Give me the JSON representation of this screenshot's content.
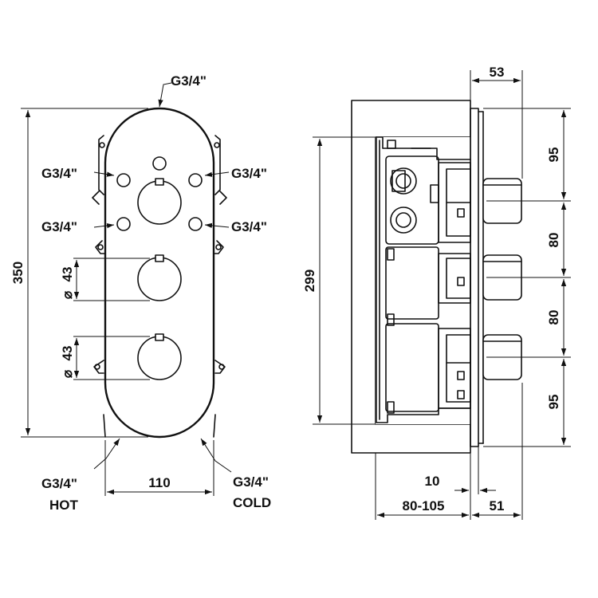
{
  "front_view": {
    "top_inlet": "G3/4\"",
    "upper_left_outlet": "G3/4\"",
    "upper_right_outlet": "G3/4\"",
    "lower_left_outlet": "G3/4\"",
    "lower_right_outlet": "G3/4\"",
    "height": "350",
    "knob_diameter_1": "43",
    "knob_diameter_2": "43",
    "diameter_symbol": "⌀",
    "width": "110",
    "hot_inlet_size": "G3/4\"",
    "hot_inlet_label": "HOT",
    "cold_inlet_size": "G3/4\"",
    "cold_inlet_label": "COLD"
  },
  "side_view": {
    "plate_depth": "53",
    "box_height": "299",
    "spacing_top": "95",
    "spacing_mid_1": "80",
    "spacing_mid_2": "80",
    "spacing_bottom": "95",
    "plate_offset": "10",
    "wall_depth": "80-105",
    "protrusion": "51"
  },
  "icons": [
    "arrow-icon",
    "diameter-icon",
    "hatch-pattern-icon"
  ]
}
